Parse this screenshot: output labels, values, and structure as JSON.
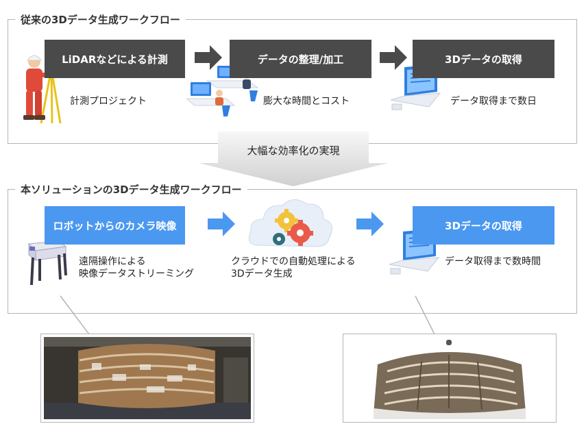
{
  "top_section": {
    "title": "従来の3Dデータ生成ワークフロー",
    "step1": {
      "box": "LiDARなどによる計測",
      "caption": "計測プロジェクト"
    },
    "step2": {
      "box": "データの整理/加工",
      "caption": "膨大な時間とコスト"
    },
    "step3": {
      "box": "3Dデータの取得",
      "caption": "データ取得まで数日"
    }
  },
  "transition": {
    "label": "大幅な効率化の実現"
  },
  "bottom_section": {
    "title": "本ソリューションの3Dデータ生成ワークフロー",
    "step1": {
      "box": "ロボットからのカメラ映像",
      "caption_line1": "遠隔操作による",
      "caption_line2": "映像データストリーミング"
    },
    "step2": {
      "caption_line1": "クラウドでの自動処理による",
      "caption_line2": "3Dデータ生成"
    },
    "step3": {
      "box": "3Dデータの取得",
      "caption": "データ取得まで数時間"
    }
  },
  "colors": {
    "dark_box": "#4a4a4a",
    "blue_box": "#4a98f0",
    "arrow_dark": "#4a4a4a",
    "arrow_blue": "#4a98f0",
    "frame_border": "#b4b4b4"
  }
}
